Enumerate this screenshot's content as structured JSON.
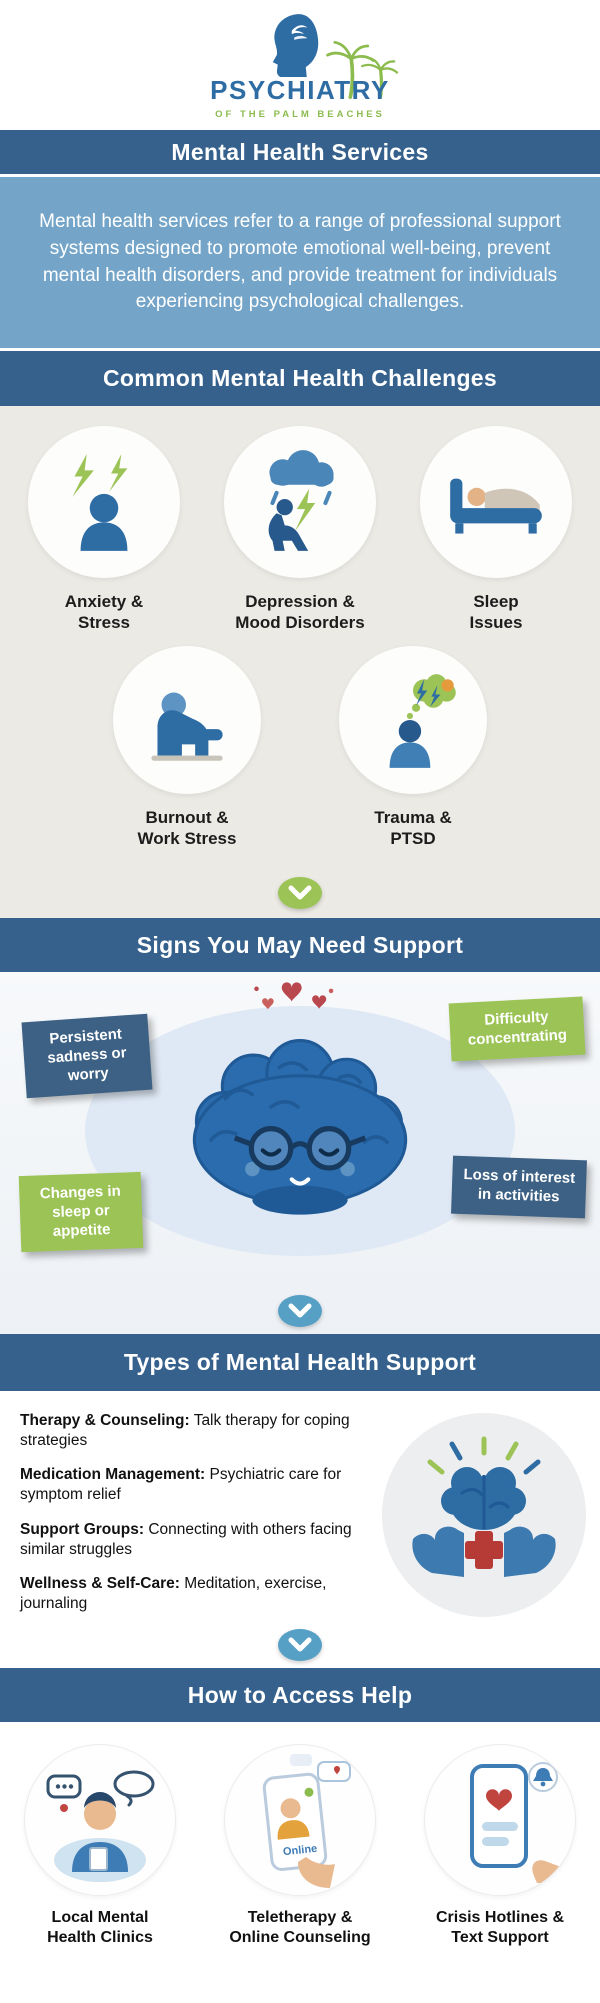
{
  "brand": {
    "name_top": "PSYCHIATRY",
    "name_bottom": "OF THE PALM BEACHES"
  },
  "colors": {
    "banner_blue": "#35618C",
    "intro_blue": "#74A5C9",
    "accent_green": "#9CC355",
    "icon_blue": "#2E6CA4",
    "navy_callout": "#3D6184",
    "heart_red": "#B8474E",
    "challenges_bg": "#ECEAE4"
  },
  "sections": {
    "services_banner": "Mental Health Services",
    "challenges_banner": "Common Mental Health Challenges",
    "signs_banner": "Signs You May Need Support",
    "types_banner": "Types of Mental Health Support",
    "access_banner": "How to Access Help"
  },
  "intro": {
    "text": "Mental health services refer to a range of professional support systems designed to promote emotional well-being, prevent mental health disorders, and provide treatment for individuals experiencing psychological challenges."
  },
  "challenges": {
    "items": [
      {
        "icon": "anxiety-stress-icon",
        "label": "Anxiety &\nStress"
      },
      {
        "icon": "depression-icon",
        "label": "Depression &\nMood Disorders"
      },
      {
        "icon": "sleep-icon",
        "label": "Sleep\nIssues"
      },
      {
        "icon": "burnout-icon",
        "label": "Burnout &\nWork Stress"
      },
      {
        "icon": "trauma-ptsd-icon",
        "label": "Trauma &\nPTSD"
      }
    ]
  },
  "signs": {
    "callouts": [
      {
        "text": "Persistent sadness or worry",
        "style": "navy"
      },
      {
        "text": "Difficulty concentrating",
        "style": "green"
      },
      {
        "text": "Changes in sleep or appetite",
        "style": "green"
      },
      {
        "text": "Loss of interest in activities",
        "style": "navy"
      }
    ]
  },
  "types": {
    "items": [
      {
        "title": "Therapy & Counseling:",
        "desc": "Talk therapy for coping strategies"
      },
      {
        "title": "Medication Management:",
        "desc": "Psychiatric care for symptom relief"
      },
      {
        "title": "Support Groups:",
        "desc": "Connecting with others facing similar struggles"
      },
      {
        "title": "Wellness & Self-Care:",
        "desc": "Meditation, exercise, journaling"
      }
    ]
  },
  "access": {
    "items": [
      {
        "label": "Local Mental\nHealth Clinics"
      },
      {
        "label": "Teletherapy &\nOnline Counseling",
        "screen_label": "Online"
      },
      {
        "label": "Crisis Hotlines &\nText Support"
      }
    ]
  }
}
